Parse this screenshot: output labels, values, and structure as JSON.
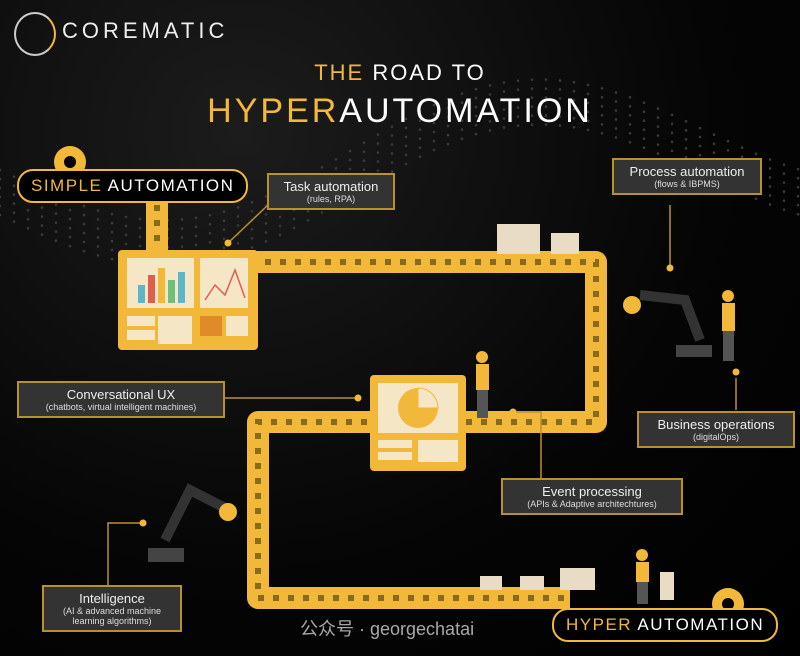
{
  "brand": {
    "name": "COREMATIC",
    "logo_icon": "brain-icon"
  },
  "title": {
    "line1_accent": "THE",
    "line1_rest": "ROAD TO",
    "line2_accent": "HYPER",
    "line2_rest": "AUTOMATION"
  },
  "start": {
    "accent": "SIMPLE",
    "rest": "AUTOMATION"
  },
  "end": {
    "accent": "HYPER",
    "rest": "AUTOMATION"
  },
  "boxes": [
    {
      "title": "Task automation",
      "subtitle": "(rules, RPA)"
    },
    {
      "title": "Process automation",
      "subtitle": "(flows & IBPMS)"
    },
    {
      "title": "Conversational UX",
      "subtitle": "(chatbots, virtual intelligent machines)"
    },
    {
      "title": "Business operations",
      "subtitle": "(digitalOps)"
    },
    {
      "title": "Event processing",
      "subtitle": "(APIs & Adaptive architechtures)"
    },
    {
      "title": "Intelligence",
      "subtitle": "(AI & advanced machine learning algorithms)"
    }
  ],
  "colors": {
    "accent": "#f2b83a",
    "box": "#333333"
  },
  "watermark": {
    "text": "公众号 · georgechatai"
  }
}
